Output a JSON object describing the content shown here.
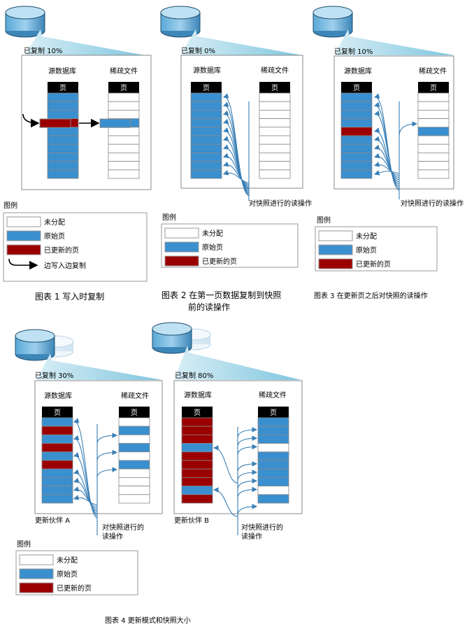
{
  "colors": {
    "unallocated": "#ffffff",
    "original": "#3a8fcf",
    "updated": "#9b0000",
    "header": "#000000",
    "border": "#888888"
  },
  "labels": {
    "source_db": "源数据库",
    "sparse_file": "稀疏文件",
    "page": "页",
    "legend_title": "图例",
    "snapshot_read": "对快照进行的读操作",
    "snapshot_read_line1": "对快照进行的",
    "snapshot_read_line2": "读操作"
  },
  "legend": {
    "unallocated": "未分配",
    "original": "原始页",
    "updated": "已更新的页",
    "copy_on_write": "边写入边复制"
  },
  "figures": [
    {
      "copied": "已复制 10%",
      "caption": "图表 1 写入时复制",
      "source_pages": [
        "original",
        "original",
        "original",
        "updated",
        "original",
        "original",
        "original",
        "original",
        "original",
        "original"
      ],
      "sparse_pages": [
        "unallocated",
        "unallocated",
        "unallocated",
        "original",
        "unallocated",
        "unallocated",
        "unallocated",
        "unallocated",
        "unallocated",
        "unallocated"
      ]
    },
    {
      "copied": "已复制 0%",
      "caption_line1": "图表 2 在第一页数据复制到快照",
      "caption_line2": "前的读操作",
      "source_pages": [
        "original",
        "original",
        "original",
        "original",
        "original",
        "original",
        "original",
        "original",
        "original",
        "original"
      ],
      "sparse_pages": [
        "unallocated",
        "unallocated",
        "unallocated",
        "unallocated",
        "unallocated",
        "unallocated",
        "unallocated",
        "unallocated",
        "unallocated",
        "unallocated"
      ]
    },
    {
      "copied": "已复制 10%",
      "caption": "图表 3 在更新页之后对快照的读操作",
      "source_pages": [
        "original",
        "original",
        "original",
        "original",
        "updated",
        "original",
        "original",
        "original",
        "original",
        "original"
      ],
      "sparse_pages": [
        "unallocated",
        "unallocated",
        "unallocated",
        "unallocated",
        "original",
        "unallocated",
        "unallocated",
        "unallocated",
        "unallocated",
        "unallocated"
      ]
    },
    {
      "copied": "已复制 30%",
      "partner": "更新伙伴 A",
      "source_pages": [
        "original",
        "updated",
        "original",
        "updated",
        "original",
        "updated",
        "original",
        "original",
        "original",
        "original"
      ],
      "sparse_pages": [
        "unallocated",
        "original",
        "unallocated",
        "original",
        "unallocated",
        "original",
        "unallocated",
        "unallocated",
        "unallocated",
        "unallocated"
      ]
    },
    {
      "copied": "已复制 80%",
      "partner": "更新伙伴 B",
      "source_pages": [
        "updated",
        "updated",
        "updated",
        "original",
        "updated",
        "updated",
        "updated",
        "updated",
        "original",
        "updated"
      ],
      "sparse_pages": [
        "original",
        "original",
        "original",
        "unallocated",
        "original",
        "original",
        "original",
        "original",
        "unallocated",
        "original"
      ]
    }
  ],
  "caption4": "图表 4 更新模式和快照大小"
}
